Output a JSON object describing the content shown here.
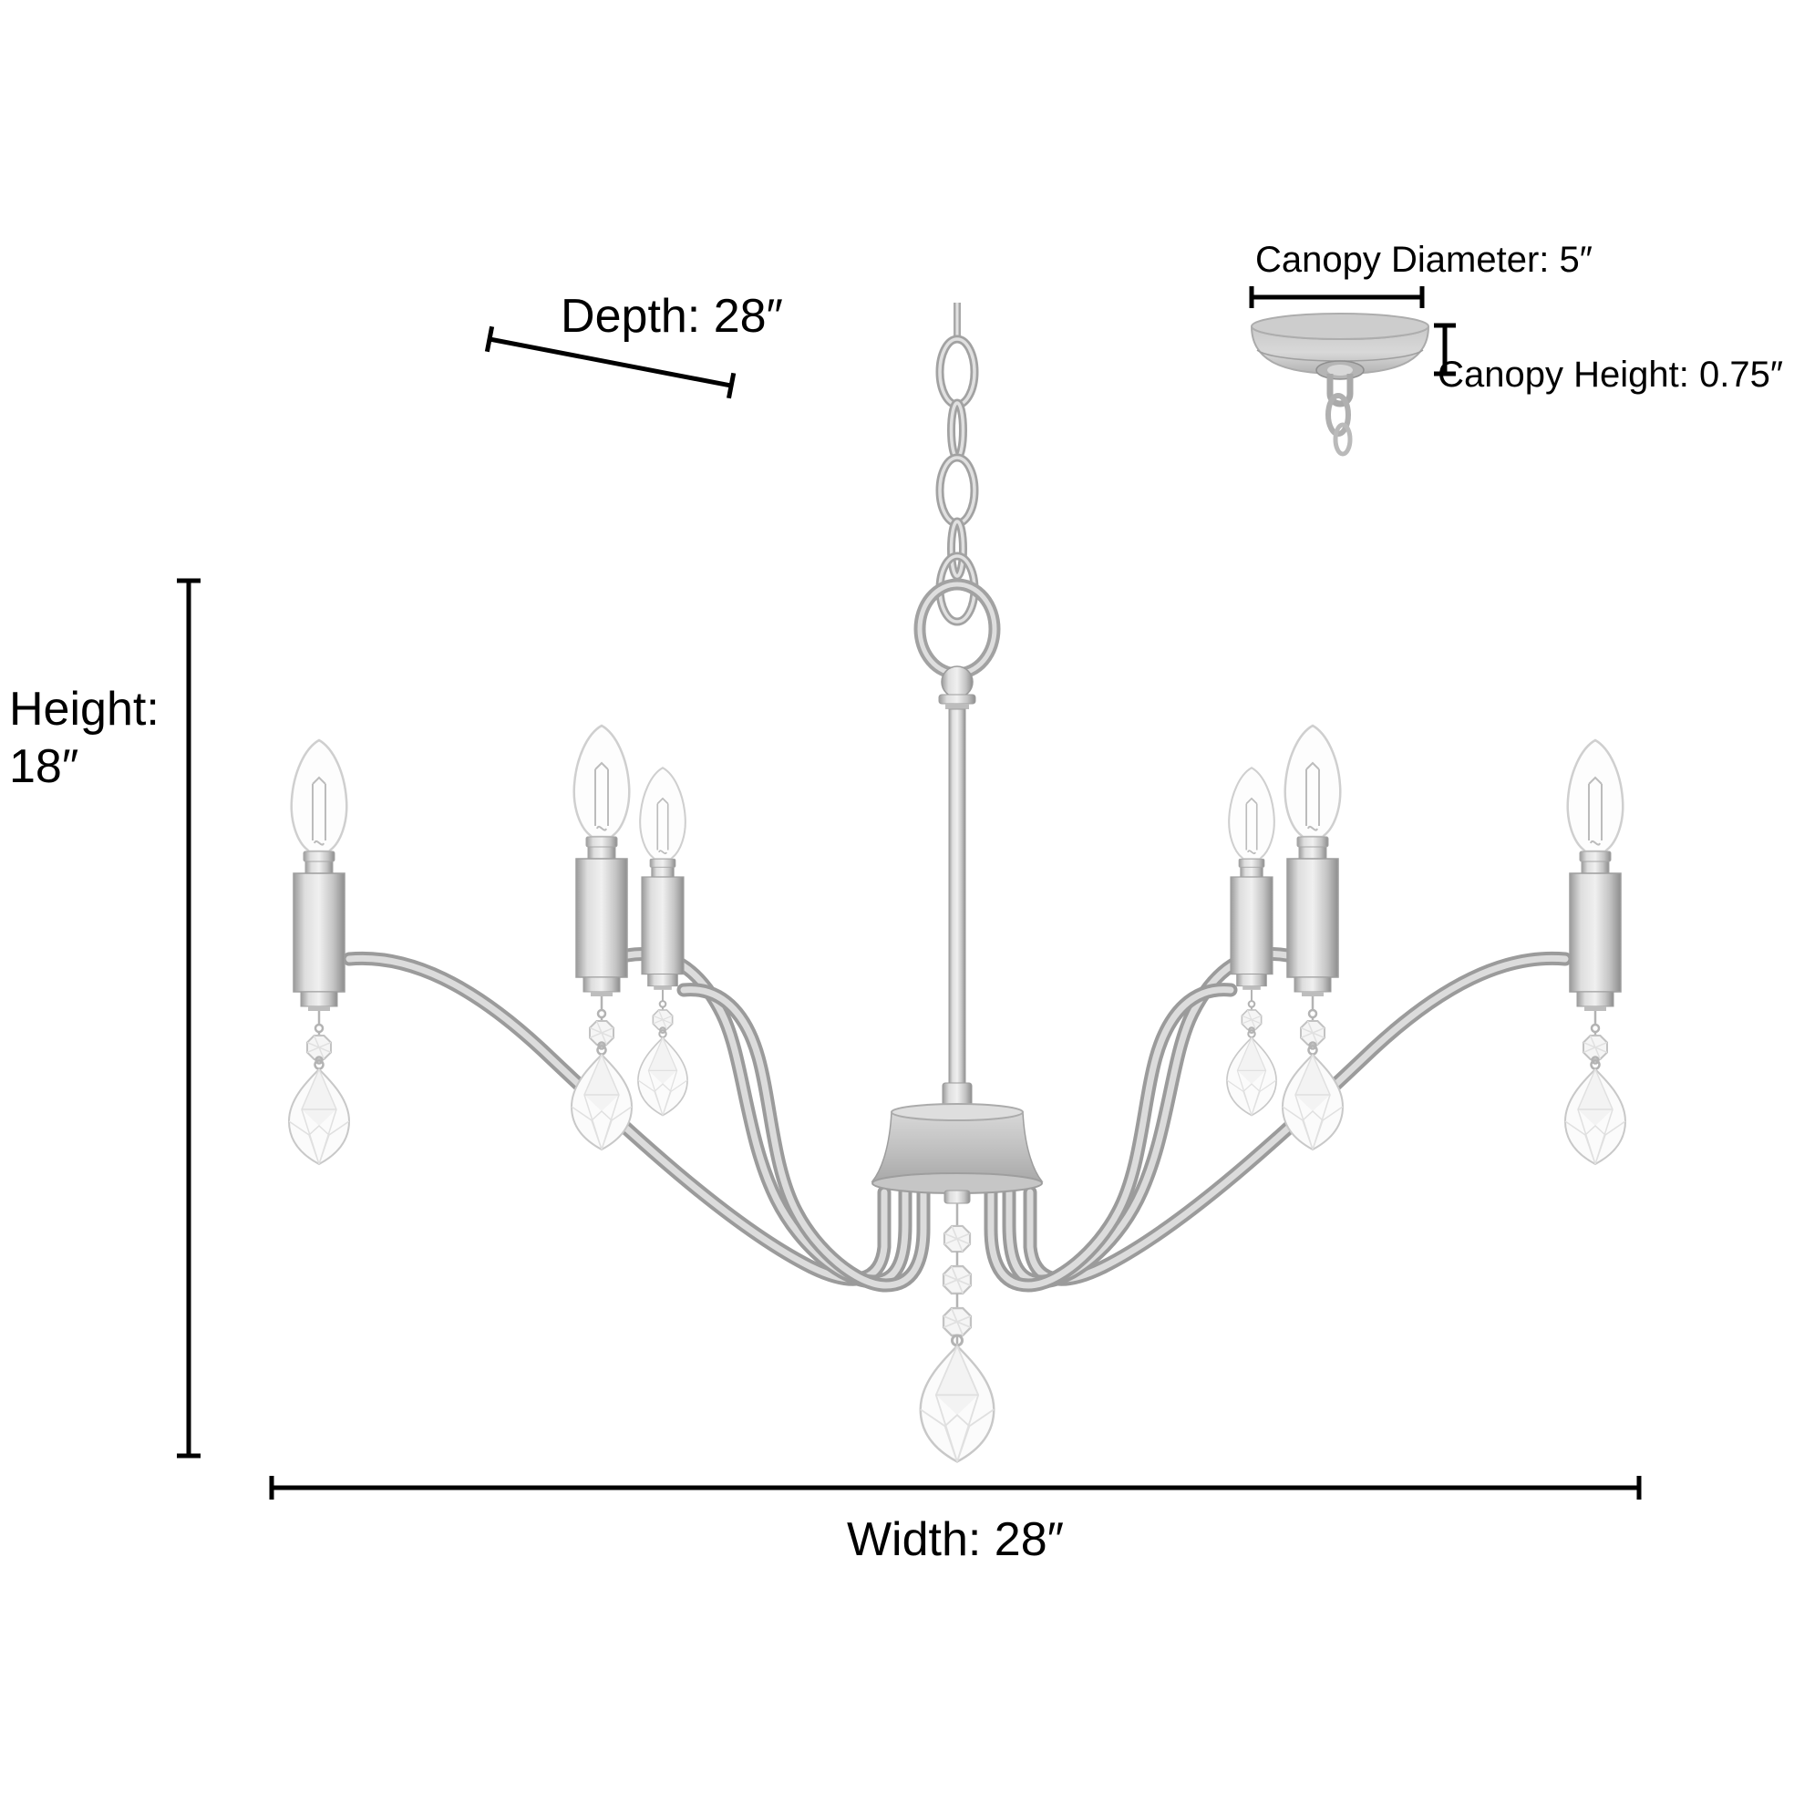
{
  "labels": {
    "depth": "Depth: 28″",
    "height_line1": "Height:",
    "height_line2": "18″",
    "width": "Width: 28″",
    "canopy_diameter": "Canopy Diameter: 5″",
    "canopy_height": "Canopy Height: 0.75″"
  },
  "colors": {
    "background": "#ffffff",
    "annotation": "#000000",
    "metal_light": "#e8e8e8",
    "metal_mid": "#c2c2c2",
    "metal_dark": "#8f8f8f",
    "crystal_outline": "#c8c8c8"
  }
}
